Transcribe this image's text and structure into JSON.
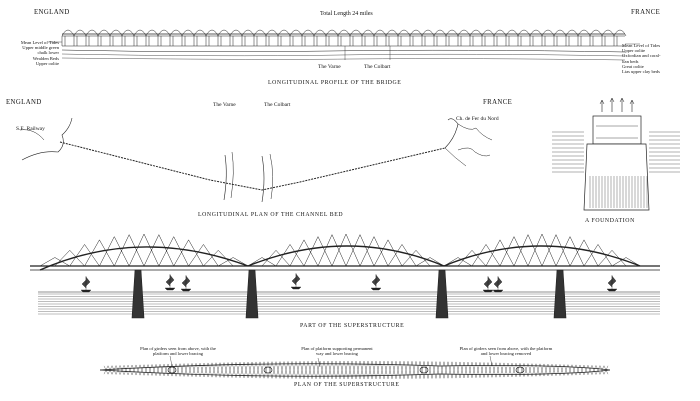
{
  "profile": {
    "england": "ENGLAND",
    "france": "FRANCE",
    "total_length": "Total Length 24 miles",
    "left_legend": [
      "Mean Level of Tides",
      "Upper middle green",
      "chalk lower",
      "Wealden Beds",
      "Upper oolite"
    ],
    "right_legend": [
      "Mean Level of Tides",
      "Upper oolite",
      "Oxfordian and coral-",
      "lian beds",
      "Great oolite",
      "Lias upper clay beds"
    ],
    "varne": "The Varne",
    "colbart": "The Colbart",
    "caption": "LONGITUDINAL PROFILE OF THE BRIDGE"
  },
  "plan": {
    "england": "ENGLAND",
    "france": "FRANCE",
    "varne": "The Varne",
    "colbart": "The Colbart",
    "se_railway": "S.E. Railway",
    "nord": "Ch. de Fer du Nord",
    "caption": "LONGITUDINAL PLAN OF THE CHANNEL BED"
  },
  "foundation": {
    "caption": "A FOUNDATION"
  },
  "superstructure": {
    "caption": "PART OF THE SUPERSTRUCTURE"
  },
  "girders": {
    "label_left": [
      "Plan of girders seen from above, with the",
      "platform and lower bracing"
    ],
    "label_mid": [
      "Plan of platform supporting permanent",
      "way and lower bracing"
    ],
    "label_right": [
      "Plan of girders seen from above, with the platform",
      "and lower bracing removed"
    ],
    "caption": "PLAN OF THE SUPERSTRUCTURE"
  }
}
